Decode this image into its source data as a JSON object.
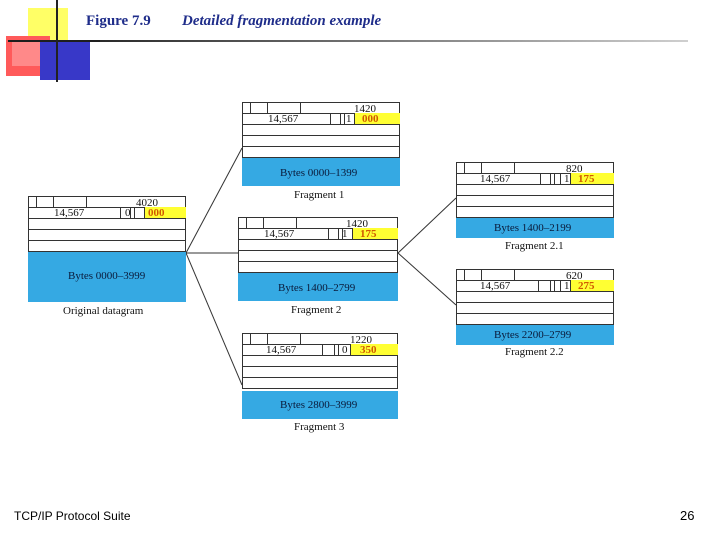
{
  "figure": {
    "label": "Figure 7.9",
    "title": "Detailed fragmentation example"
  },
  "footer": {
    "left": "TCP/IP Protocol Suite",
    "page": "26"
  },
  "colors": {
    "data_block": "#35a9e3",
    "offset_highlight": "#ffff33",
    "title": "#1f2d8a"
  },
  "datagrams": {
    "original": {
      "identification": "14,567",
      "total_length": "4020",
      "flag": "0",
      "offset": "000",
      "bytes": "Bytes 0000–3999",
      "caption": "Original datagram"
    },
    "fragment1": {
      "identification": "14,567",
      "total_length": "1420",
      "flag": "1",
      "offset": "000",
      "bytes": "Bytes 0000–1399",
      "caption": "Fragment 1"
    },
    "fragment2": {
      "identification": "14,567",
      "total_length": "1420",
      "flag": "1",
      "offset": "175",
      "bytes": "Bytes 1400–2799",
      "caption": "Fragment 2"
    },
    "fragment3": {
      "identification": "14,567",
      "total_length": "1220",
      "flag": "0",
      "offset": "350",
      "bytes": "Bytes 2800–3999",
      "caption": "Fragment 3"
    },
    "fragment21": {
      "identification": "14,567",
      "total_length": "820",
      "flag": "1",
      "offset": "175",
      "bytes": "Bytes 1400–2199",
      "caption": "Fragment 2.1"
    },
    "fragment22": {
      "identification": "14,567",
      "total_length": "620",
      "flag": "1",
      "offset": "275",
      "bytes": "Bytes 2200–2799",
      "caption": "Fragment 2.2"
    }
  }
}
